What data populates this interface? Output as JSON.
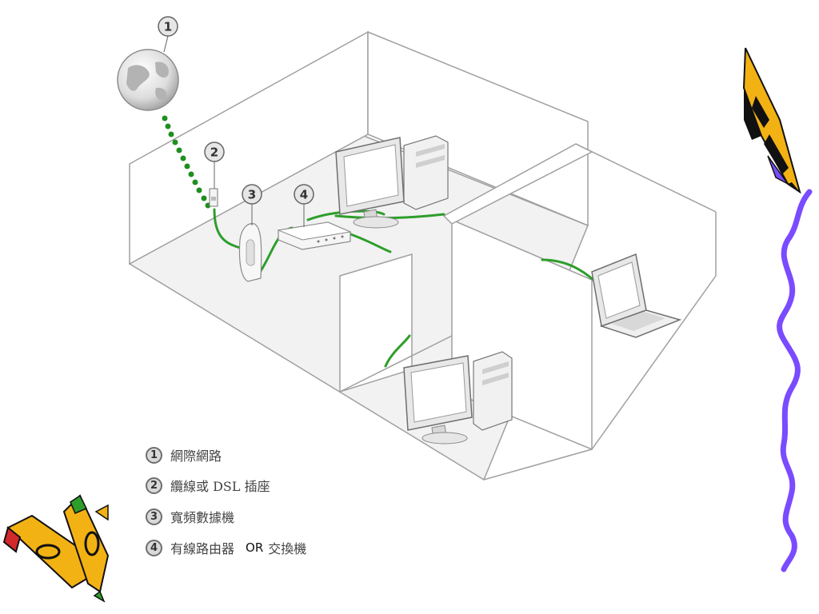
{
  "callouts": [
    "1",
    "2",
    "3",
    "4"
  ],
  "legend": [
    {
      "num": "1",
      "label": "網際網路"
    },
    {
      "num": "2",
      "label": "纜線或 DSL 插座"
    },
    {
      "num": "3",
      "label": "寬頻數據機"
    },
    {
      "num": "4",
      "label": "有線路由器",
      "extra_prefix": "OR",
      "extra_suffix": "交換機"
    }
  ],
  "colors": {
    "cable": "#2e9e2a",
    "signal_dots": "#1f8f1f",
    "walls": "#9a9a9a",
    "floor": "#efefef",
    "pencil_yellow": "#f3b213",
    "pencil_purple": "#7a4bff",
    "squiggle": "#7a4bff"
  },
  "icons": [
    "globe-icon",
    "wall-jack-icon",
    "modem-icon",
    "router-icon",
    "desktop-computer-icon",
    "laptop-icon",
    "pencil-clipart",
    "crayons-clipart"
  ]
}
